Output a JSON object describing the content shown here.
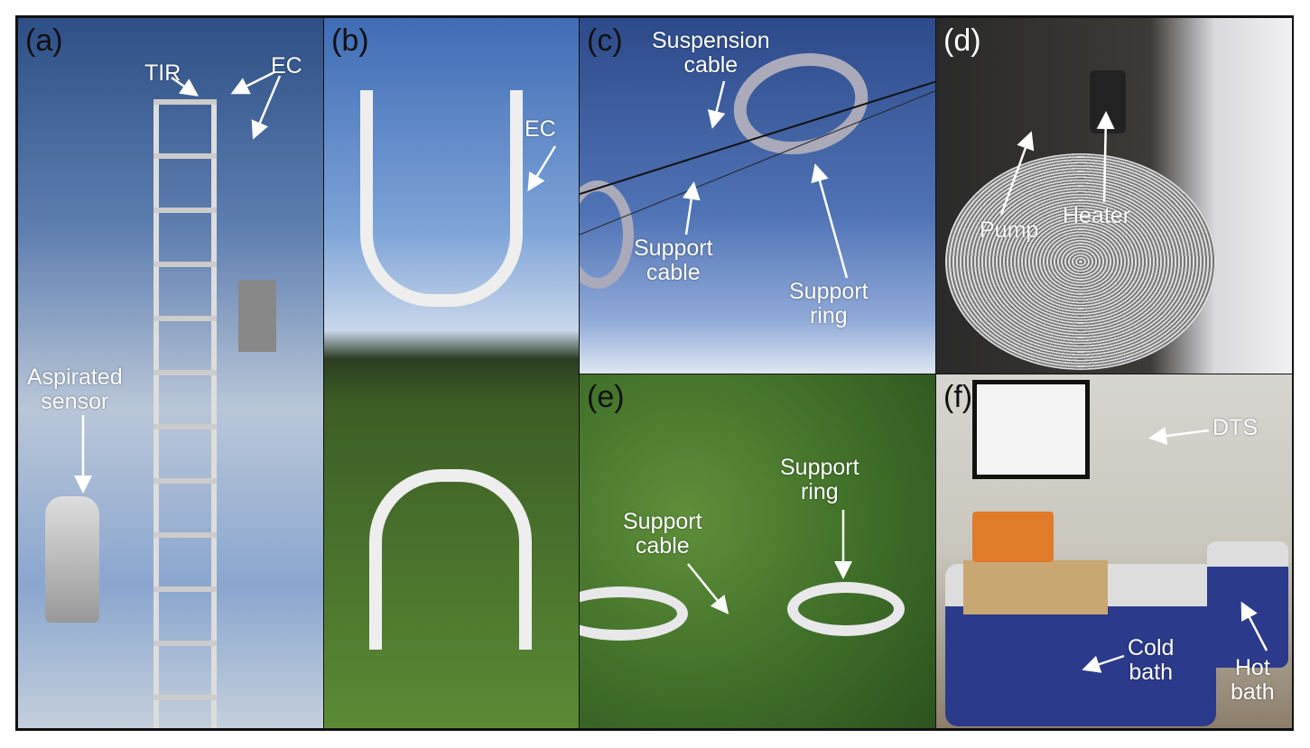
{
  "figure": {
    "panels": [
      {
        "id": "a",
        "label": "(a)",
        "annotations": [
          "TIR",
          "EC",
          "Aspirated\nsensor"
        ]
      },
      {
        "id": "b",
        "label": "(b)",
        "annotations": [
          "EC"
        ]
      },
      {
        "id": "c",
        "label": "(c)",
        "annotations": [
          "Suspension\ncable",
          "Support\ncable",
          "Support\nring"
        ]
      },
      {
        "id": "d",
        "label": "(d)",
        "annotations": [
          "Pump",
          "Heater"
        ]
      },
      {
        "id": "e",
        "label": "(e)",
        "annotations": [
          "Support\ncable",
          "Support\nring"
        ]
      },
      {
        "id": "f",
        "label": "(f)",
        "annotations": [
          "DTS",
          "Cold\nbath",
          "Hot\nbath"
        ]
      }
    ]
  }
}
